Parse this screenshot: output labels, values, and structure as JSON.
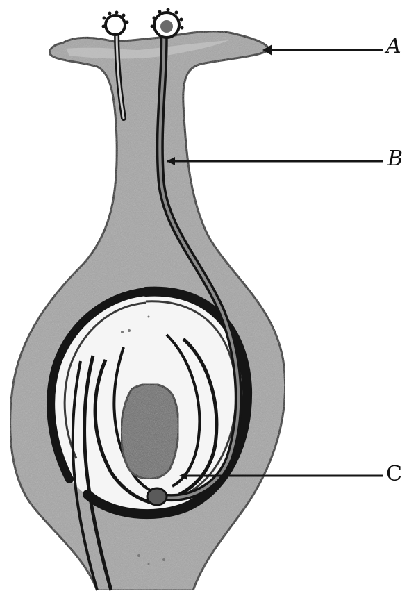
{
  "labels": {
    "a": "A",
    "b": "B",
    "c": "C"
  },
  "colors": {
    "tissue": "#9a9a9a",
    "tissue_light": "#c2c2c2",
    "cavity": "#f4f4f4",
    "ink": "#151515",
    "nucellus": "#6f6f6f"
  }
}
